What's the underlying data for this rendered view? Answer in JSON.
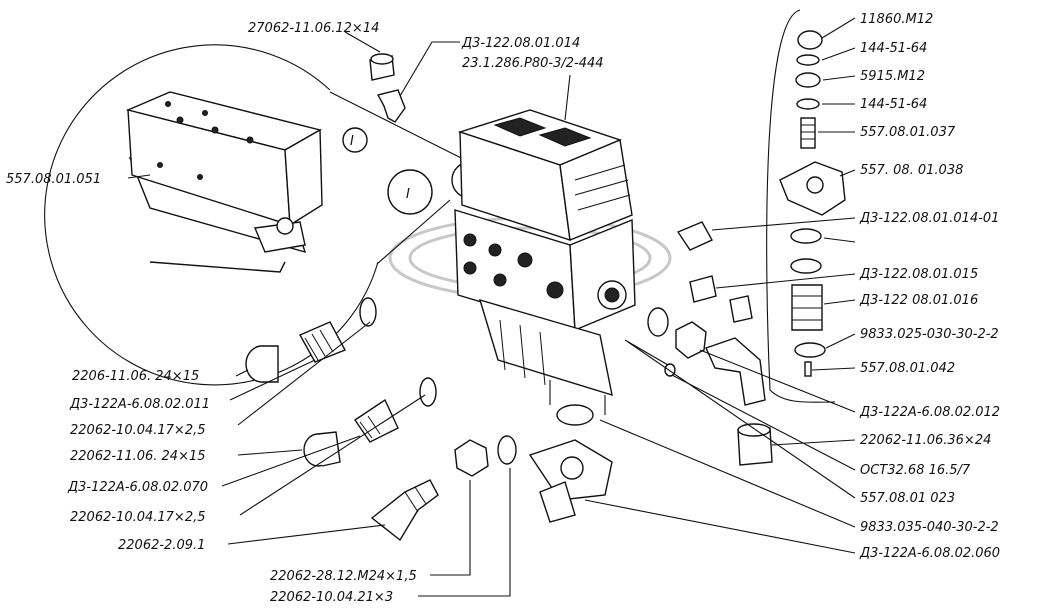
{
  "callout_marker": "I",
  "labels_top": [
    {
      "id": "l1",
      "text": "27062-11.06.12×14"
    },
    {
      "id": "l2",
      "text": "Д3-122.08.01.014"
    },
    {
      "id": "l3",
      "text": "23.1.286.Р80-3/2-444"
    }
  ],
  "labels_left": [
    {
      "id": "l4",
      "text": "557.08.01.051"
    },
    {
      "id": "l5",
      "text": "2206-11.06. 24×15"
    },
    {
      "id": "l6",
      "text": "Д3-122А-6.08.02.011"
    },
    {
      "id": "l7",
      "text": "22062-10.04.17×2,5"
    },
    {
      "id": "l8",
      "text": "22062-11.06. 24×15"
    },
    {
      "id": "l9",
      "text": "Д3-122А-6.08.02.070"
    },
    {
      "id": "l10",
      "text": "22062-10.04.17×2,5"
    },
    {
      "id": "l11",
      "text": "22062-2.09.1"
    },
    {
      "id": "l12",
      "text": "22062-28.12.М24×1,5"
    },
    {
      "id": "l13",
      "text": "22062-10.04.21×3"
    }
  ],
  "labels_right": [
    {
      "id": "r1",
      "text": "11860.М12"
    },
    {
      "id": "r2",
      "text": "144-51-64"
    },
    {
      "id": "r3",
      "text": "5915.М12"
    },
    {
      "id": "r4",
      "text": "144-51-64"
    },
    {
      "id": "r5",
      "text": "557.08.01.037"
    },
    {
      "id": "r6",
      "text": "557. 08. 01.038"
    },
    {
      "id": "r7",
      "text": "Д3-122.08.01.014-01"
    },
    {
      "id": "r8",
      "text": "Д3-122.08.01.015"
    },
    {
      "id": "r9",
      "text": "Д3-122 08.01.016"
    },
    {
      "id": "r10",
      "text": "9833.025-030-30-2-2"
    },
    {
      "id": "r11",
      "text": "557.08.01.042"
    },
    {
      "id": "r12",
      "text": "Д3-122А-6.08.02.012"
    },
    {
      "id": "r13",
      "text": "22062-11.06.36×24"
    },
    {
      "id": "r14",
      "text": "ОСТ32.68 16.5/7"
    },
    {
      "id": "r15",
      "text": "557.08.01 023"
    },
    {
      "id": "r16",
      "text": "9833.035-040-30-2-2"
    },
    {
      "id": "r17",
      "text": "Д3-122А-6.08.02.060"
    }
  ]
}
